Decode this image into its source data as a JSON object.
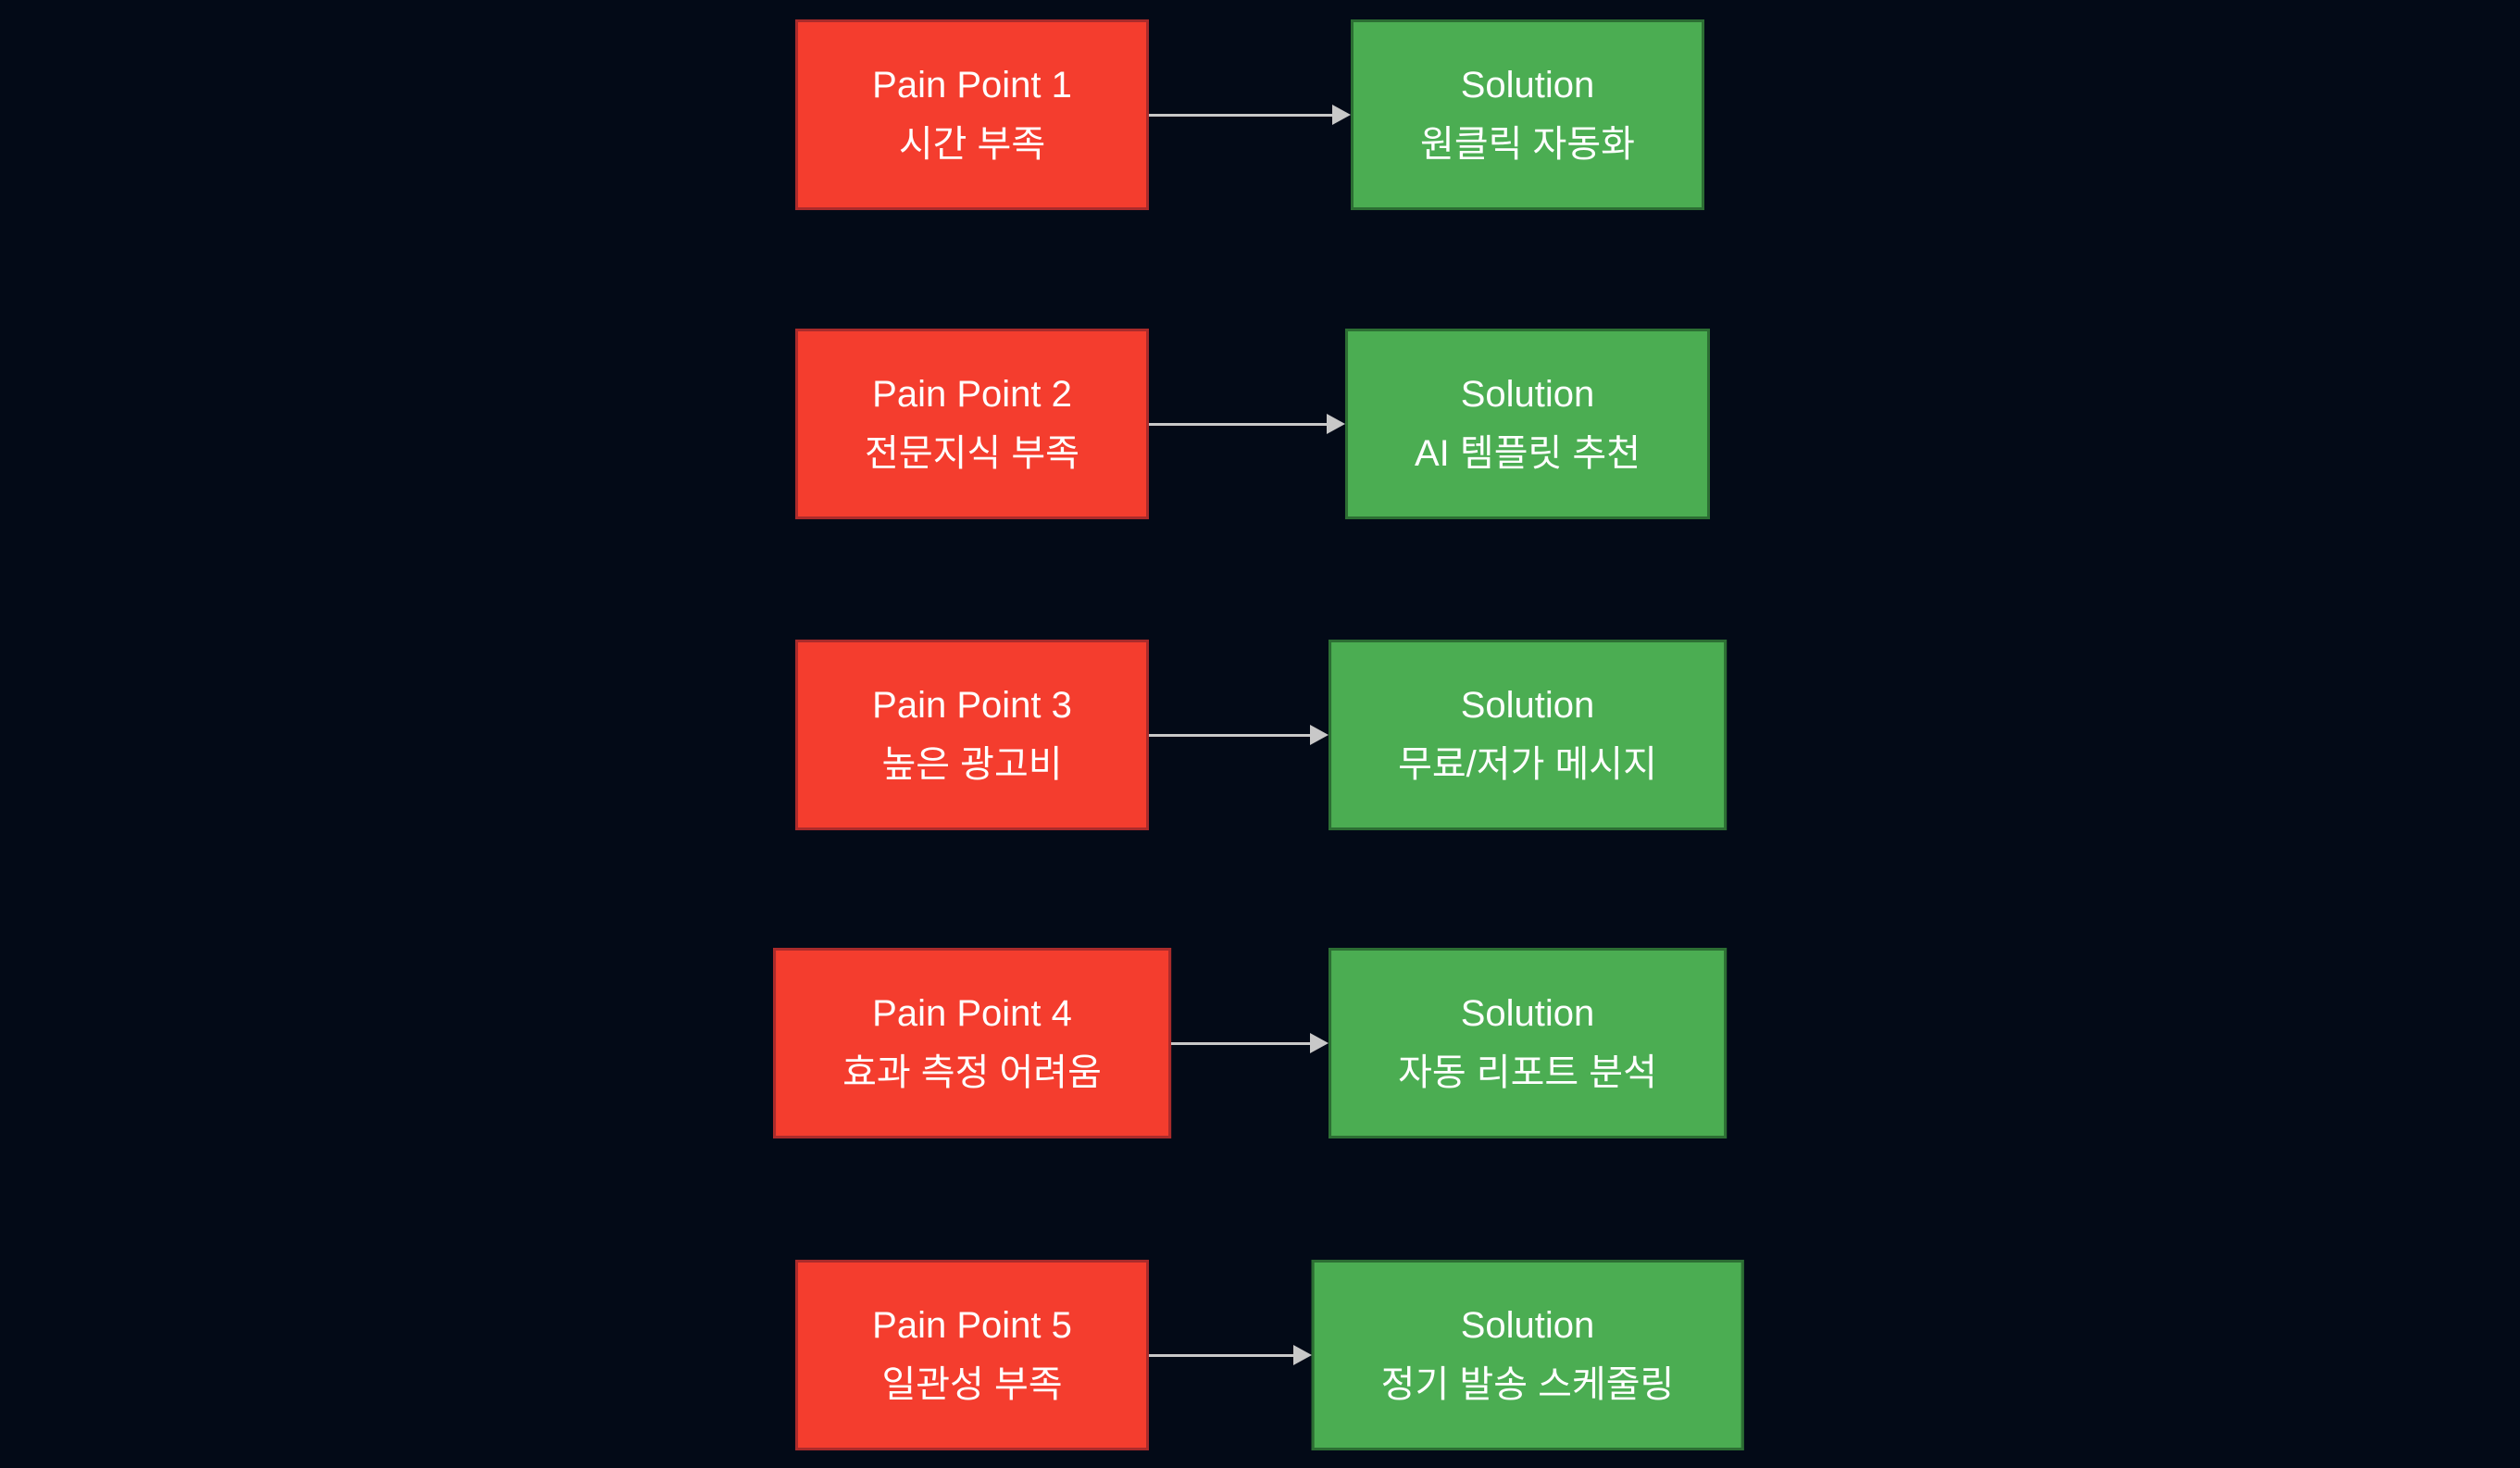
{
  "diagram": {
    "type": "flowchart",
    "direction": "left-to-right",
    "rows": [
      {
        "pain_title": "Pain Point 1",
        "pain_label": "시간 부족",
        "solution_title": "Solution",
        "solution_label": "원클릭 자동화"
      },
      {
        "pain_title": "Pain Point 2",
        "pain_label": "전문지식 부족",
        "solution_title": "Solution",
        "solution_label": "AI 템플릿 추천"
      },
      {
        "pain_title": "Pain Point 3",
        "pain_label": "높은 광고비",
        "solution_title": "Solution",
        "solution_label": "무료/저가 메시지"
      },
      {
        "pain_title": "Pain Point 4",
        "pain_label": "효과 측정 어려움",
        "solution_title": "Solution",
        "solution_label": "자동 리포트 분석"
      },
      {
        "pain_title": "Pain Point 5",
        "pain_label": "일관성 부족",
        "solution_title": "Solution",
        "solution_label": "정기 발송 스케줄링"
      }
    ]
  },
  "colors": {
    "background": "#030a17",
    "pain_fill": "#f43d2e",
    "pain_border": "#aa2b2b",
    "solution_fill": "#4bad52",
    "solution_border": "#2c6e33",
    "arrow": "#c8c8c8",
    "text": "#ffffff"
  }
}
